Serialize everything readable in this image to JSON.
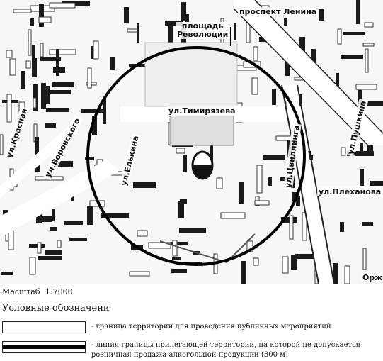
{
  "map": {
    "streets": {
      "lenina": "проспект Ленина",
      "revolution_square": "площадь\nРеволюции",
      "timiryazeva": "ул.Тимирязева",
      "krasnaya": "ул.Красная",
      "vorovskogo": "ул.Воровского",
      "elkina": "ул.Елькина",
      "tsvillinga": "ул.Цвиллинга",
      "pushkina": "ул.Пушкина",
      "plekhanova": "ул.Плеханова",
      "orzh": "Орж"
    },
    "colors": {
      "buildings": "#1a1a1a",
      "boundary_circle": "#000000",
      "roads": "#ffffff",
      "paper": "#f7f7f7"
    }
  },
  "scale": {
    "label": "Масштаб",
    "value": "1:7000"
  },
  "legend": {
    "title": "Условные обозначени",
    "items": [
      {
        "text": "- граница территории для проведения публичных мероприятий",
        "swatch": "thin-outline"
      },
      {
        "text": "- линия границы прилегающей территории, на которой не допускается розничная продажа алкогольной продукции (300 м)",
        "swatch": "thick-line"
      }
    ]
  }
}
